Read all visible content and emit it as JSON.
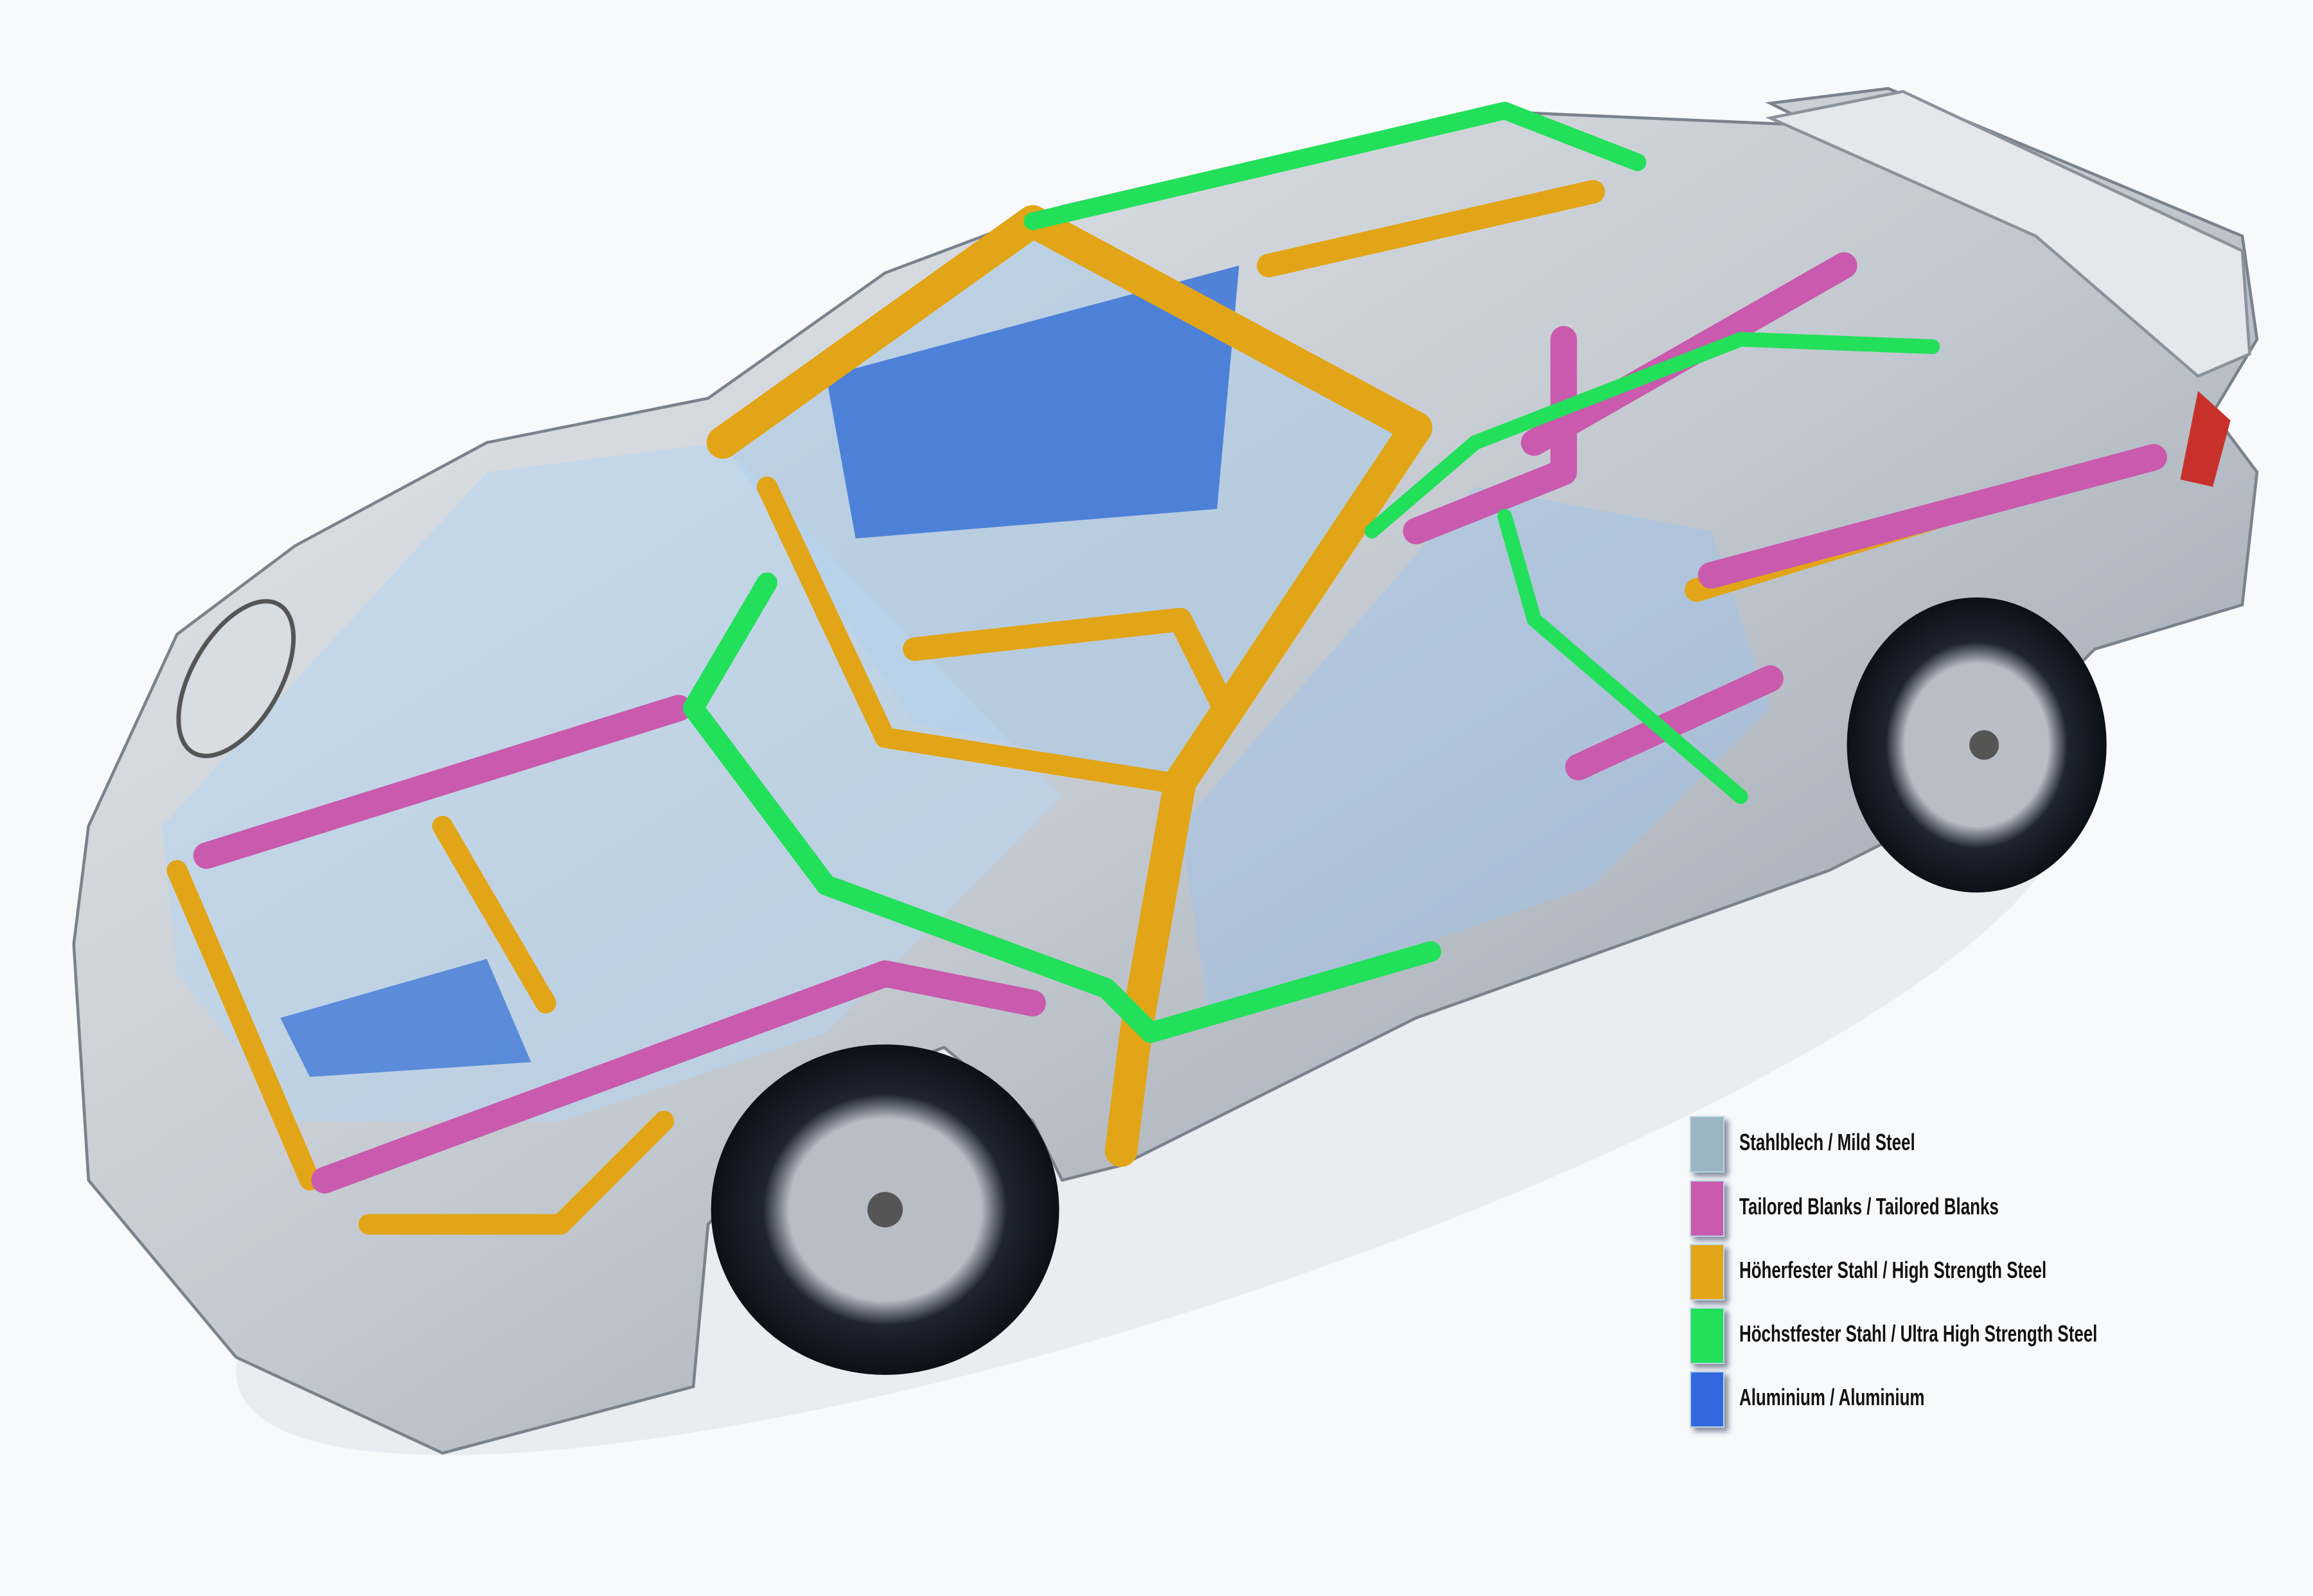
{
  "legend": {
    "items": [
      {
        "label": "Stahlblech / Mild Steel",
        "color": "#9bb4c1"
      },
      {
        "label": "Tailored Blanks / Tailored Blanks",
        "color": "#c95aae"
      },
      {
        "label": "Höherfester Stahl / High Strength Steel",
        "color": "#e2a517"
      },
      {
        "label": "Höchstfester Stahl / Ultra High Strength Steel",
        "color": "#22e05a"
      },
      {
        "label": "Aluminium / Aluminium",
        "color": "#3269e0"
      }
    ]
  }
}
